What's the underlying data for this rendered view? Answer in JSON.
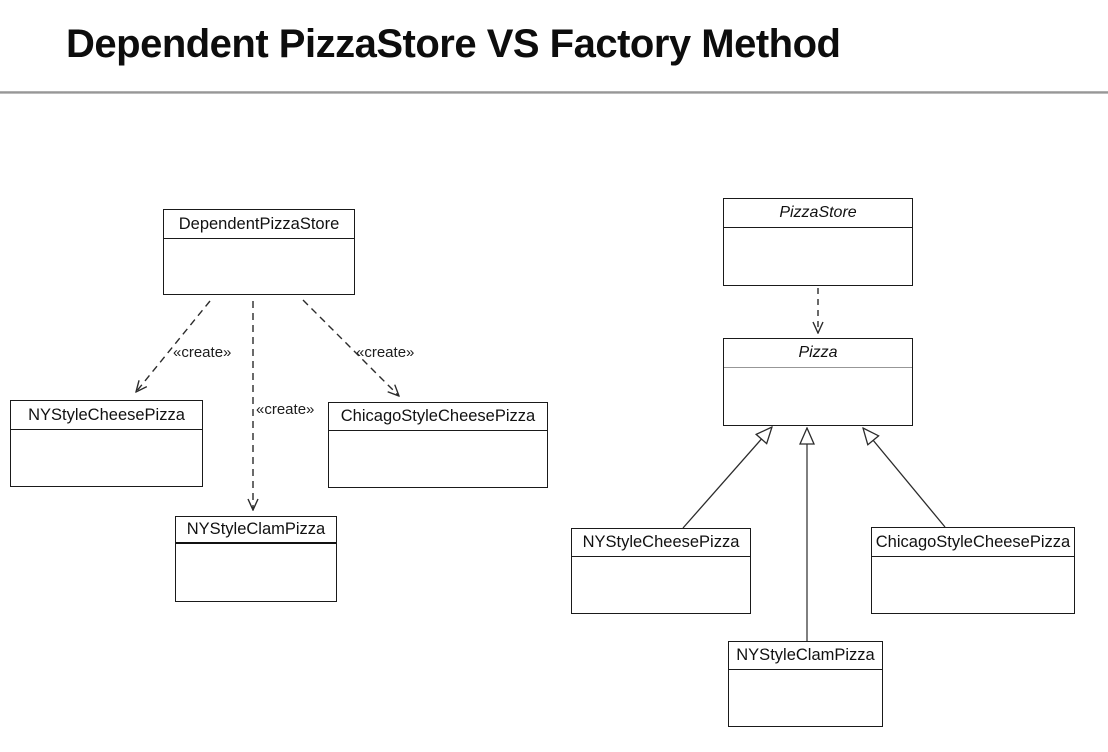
{
  "slide": {
    "title": "Dependent PizzaStore VS Factory Method"
  },
  "diagrams": {
    "left": {
      "description": "Dependent PizzaStore with concrete pizza dependencies",
      "classes": [
        {
          "name": "DependentPizzaStore",
          "abstract": false
        },
        {
          "name": "NYStyleCheesePizza",
          "abstract": false
        },
        {
          "name": "ChicagoStyleCheesePizza",
          "abstract": false
        },
        {
          "name": "NYStyleClamPizza",
          "abstract": false
        }
      ],
      "create_labels": [
        "«create»",
        "«create»",
        "«create»"
      ],
      "relationships": [
        {
          "from": "DependentPizzaStore",
          "to": "NYStyleCheesePizza",
          "type": "dependency-dashed-arrow",
          "label": "«create»"
        },
        {
          "from": "DependentPizzaStore",
          "to": "NYStyleClamPizza",
          "type": "dependency-dashed-arrow",
          "label": "«create»"
        },
        {
          "from": "DependentPizzaStore",
          "to": "ChicagoStyleCheesePizza",
          "type": "dependency-dashed-arrow",
          "label": "«create»"
        }
      ]
    },
    "right": {
      "description": "Factory Method structure with abstract PizzaStore and Pizza",
      "classes": [
        {
          "name": "PizzaStore",
          "abstract": true
        },
        {
          "name": "Pizza",
          "abstract": true
        },
        {
          "name": "NYStyleCheesePizza",
          "abstract": false
        },
        {
          "name": "NYStyleClamPizza",
          "abstract": false
        },
        {
          "name": "ChicagoStyleCheesePizza",
          "abstract": false
        }
      ],
      "relationships": [
        {
          "from": "PizzaStore",
          "to": "Pizza",
          "type": "dependency-dashed-arrow"
        },
        {
          "from": "NYStyleCheesePizza",
          "to": "Pizza",
          "type": "generalization-hollow-triangle"
        },
        {
          "from": "NYStyleClamPizza",
          "to": "Pizza",
          "type": "generalization-hollow-triangle"
        },
        {
          "from": "ChicagoStyleCheesePizza",
          "to": "Pizza",
          "type": "generalization-hollow-triangle"
        }
      ]
    }
  }
}
